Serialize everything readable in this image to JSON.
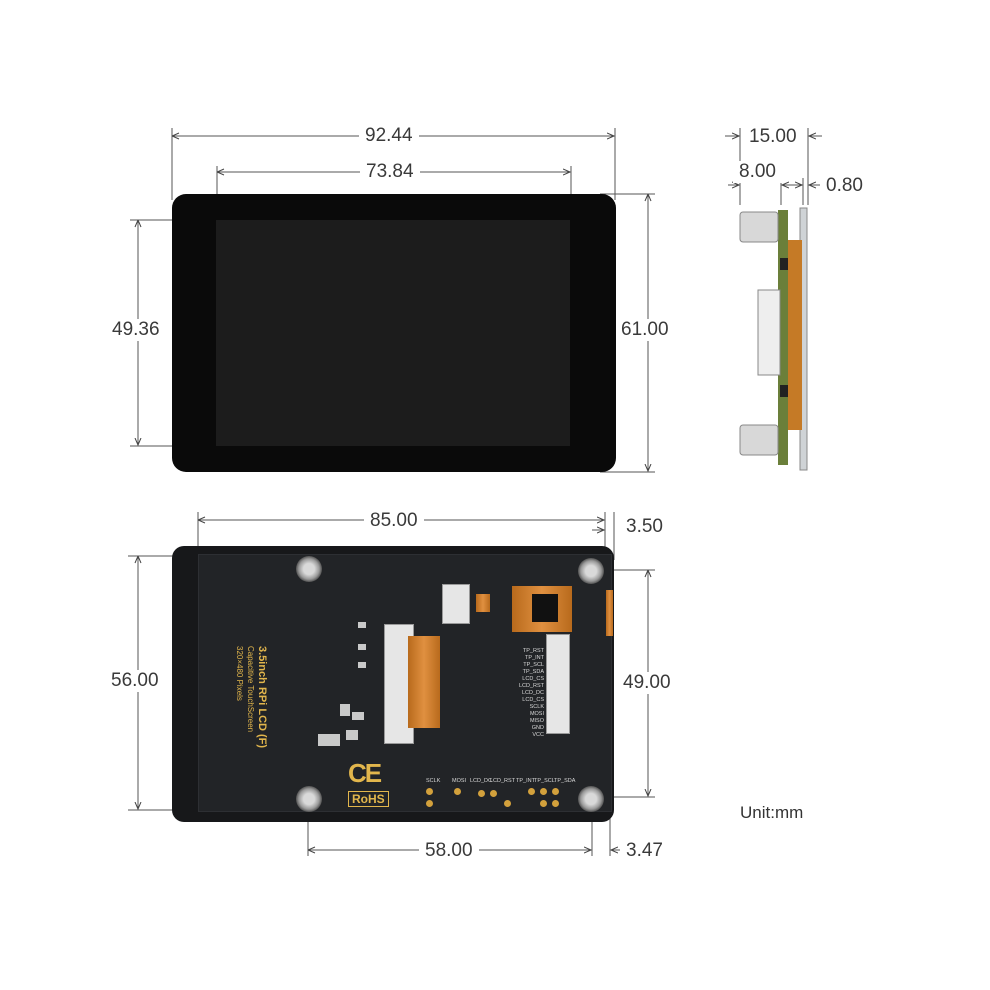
{
  "dimensions": {
    "front_width": "92.44",
    "front_screen_width": "73.84",
    "front_screen_height": "49.36",
    "front_height": "61.00",
    "side_total": "15.00",
    "side_pcb": "8.00",
    "side_glass": "0.80",
    "back_width": "85.00",
    "back_offset": "3.50",
    "back_height": "56.00",
    "back_hole_vertical": "49.00",
    "back_hole_horizontal": "58.00",
    "back_right_offset": "3.47"
  },
  "unit_label": "Unit:mm",
  "board": {
    "title": "3.5inch RPi LCD (F)",
    "subtitle": "Capacitive TouchScreen",
    "pixels": "320×480 Pixels",
    "ce_mark": "CE",
    "rohs_mark": "RoHS",
    "pin_labels": [
      "TP_RST",
      "TP_INT",
      "TP_SCL",
      "TP_SDA",
      "LCD_CS",
      "LCD_RST",
      "LCD_DC",
      "LCD_CS",
      "SCLK",
      "MOSI",
      "MISO",
      "GND",
      "VCC"
    ],
    "bottom_labels": [
      "SCLK",
      "MOSI",
      "LCD_DC",
      "LCD_RST",
      "TP_INT",
      "TP_SCL",
      "TP_SDA"
    ]
  },
  "colors": {
    "panel": "#0a0a0a",
    "pcb": "#222427",
    "silkscreen": "#e2b64c",
    "flex_cable": "#d9892f"
  }
}
